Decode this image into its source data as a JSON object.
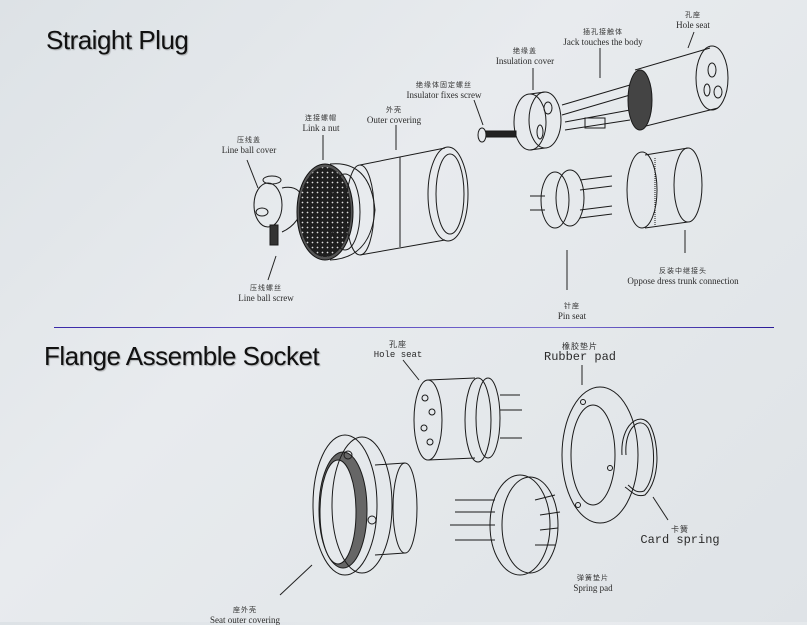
{
  "sections": [
    {
      "title": "Straight Plug"
    },
    {
      "title": "Flange Assemble Socket"
    }
  ],
  "plug_labels": {
    "hole_seat": {
      "cn": "孔座",
      "en": "Hole seat"
    },
    "jack_body": {
      "cn": "插孔接触体",
      "en": "Jack touches the body"
    },
    "insulation_cover": {
      "cn": "绝缘盖",
      "en": "Insulation cover"
    },
    "insulator_screw": {
      "cn": "绝缘体固定螺丝",
      "en": "Insulator fixes screw"
    },
    "outer_covering": {
      "cn": "外壳",
      "en": "Outer covering"
    },
    "link_nut": {
      "cn": "连接螺帽",
      "en": "Link a nut"
    },
    "line_ball_cover": {
      "cn": "压线盖",
      "en": "Line ball cover"
    },
    "line_ball_screw": {
      "cn": "压线螺丝",
      "en": "Line ball screw"
    },
    "pin_seat": {
      "cn": "针座",
      "en": "Pin seat"
    },
    "trunk_connection": {
      "cn": "反装中继接头",
      "en": "Oppose dress trunk connection"
    }
  },
  "socket_labels": {
    "hole_seat": {
      "cn": "孔座",
      "en": "Hole seat"
    },
    "rubber_pad": {
      "cn": "橡胶垫片",
      "en": "Rubber pad"
    },
    "card_spring": {
      "cn": "卡簧",
      "en": "Card spring"
    },
    "spring_pad": {
      "cn": "弹簧垫片",
      "en": "Spring pad"
    },
    "seat_outer_covering": {
      "cn": "座外壳",
      "en": "Seat outer covering"
    }
  },
  "colors": {
    "divider": "#3a2aa8",
    "line_art": "#1a1a1a"
  }
}
